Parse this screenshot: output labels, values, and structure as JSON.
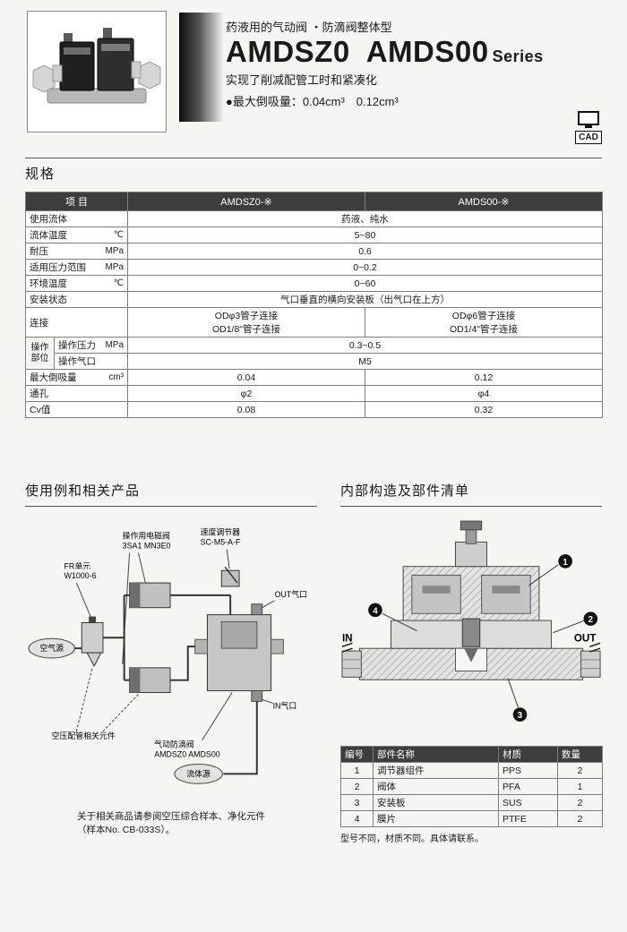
{
  "header": {
    "kicker": "药液用的气动阀 ・防滴阀整体型",
    "model_1": "AMDSZ0",
    "model_2": "AMDS00",
    "series": "Series",
    "tagline": "实现了削减配管工时和紧凑化",
    "feature": "●最大倒吸量：0.04cm³　0.12cm³",
    "cad": "CAD"
  },
  "spec_section": {
    "title": "规格",
    "col_headers": [
      "项 目",
      "AMDSZ0-※",
      "AMDS00-※"
    ],
    "rows": {
      "fluid": {
        "label": "使用流体",
        "merged": "药液、纯水"
      },
      "fluid_temp": {
        "label": "流体温度",
        "unit": "℃",
        "merged": "5~80"
      },
      "proof_pressure": {
        "label": "耐压",
        "unit": "MPa",
        "merged": "0.6"
      },
      "working_pressure": {
        "label": "适用压力范围",
        "unit": "MPa",
        "merged": "0~0.2"
      },
      "ambient_temp": {
        "label": "环境温度",
        "unit": "℃",
        "merged": "0~60"
      },
      "mounting": {
        "label": "安装状态",
        "merged": "气口垂直的横向安装板（出气口在上方）"
      },
      "connection": {
        "label": "连接",
        "c1_line1": "ODφ3管子连接",
        "c1_line2": "OD1/8\"管子连接",
        "c2_line1": "ODφ6管子连接",
        "c2_line2": "OD1/4\"管子连接"
      },
      "op_group": {
        "label": "操作部位"
      },
      "op_pressure": {
        "label": "操作压力",
        "unit": "MPa",
        "merged": "0.3~0.5"
      },
      "op_port": {
        "label": "操作气口",
        "merged": "M5"
      },
      "max_suckback": {
        "label": "最大倒吸量",
        "unit": "cm³",
        "c1": "0.04",
        "c2": "0.12"
      },
      "orifice": {
        "label": "通孔",
        "c1": "φ2",
        "c2": "φ4"
      },
      "cv": {
        "label": "Cv值",
        "c1": "0.08",
        "c2": "0.32"
      }
    }
  },
  "usage_section": {
    "title": "使用例和相关产品",
    "labels": {
      "fr_unit": "FR单元",
      "fr_model": "W1000-6",
      "solenoid": "操作用电磁阀",
      "solenoid_model": "3SA1 MN3E0",
      "speed_controller": "速度调节器",
      "speed_controller_model": "SC-M5-A-F",
      "out_port": "OUT气口",
      "in_port": "IN气口",
      "air_source": "空气源",
      "piping_parts": "空压配管相关元件",
      "valve": "气动防滴阀",
      "valve_model": "AMDSZ0 AMDS00",
      "fluid_source": "流体源"
    },
    "footnote_line1": "关于相关商品请参阅空压综合样本、净化元件",
    "footnote_line2": "（样本No. CB-033S）。"
  },
  "structure_section": {
    "title": "内部构造及部件清单",
    "in_label": "IN",
    "out_label": "OUT",
    "callouts": [
      "1",
      "2",
      "3",
      "4"
    ],
    "parts_table": {
      "headers": [
        "编号",
        "部件名称",
        "材质",
        "数量"
      ],
      "rows": [
        {
          "no": "1",
          "name": "调节器组件",
          "material": "PPS",
          "qty": "2"
        },
        {
          "no": "2",
          "name": "阀体",
          "material": "PFA",
          "qty": "1"
        },
        {
          "no": "3",
          "name": "安装板",
          "material": "SUS",
          "qty": "2"
        },
        {
          "no": "4",
          "name": "膜片",
          "material": "PTFE",
          "qty": "2"
        }
      ],
      "footnote": "型号不同，材质不同。具体请联系。"
    }
  }
}
